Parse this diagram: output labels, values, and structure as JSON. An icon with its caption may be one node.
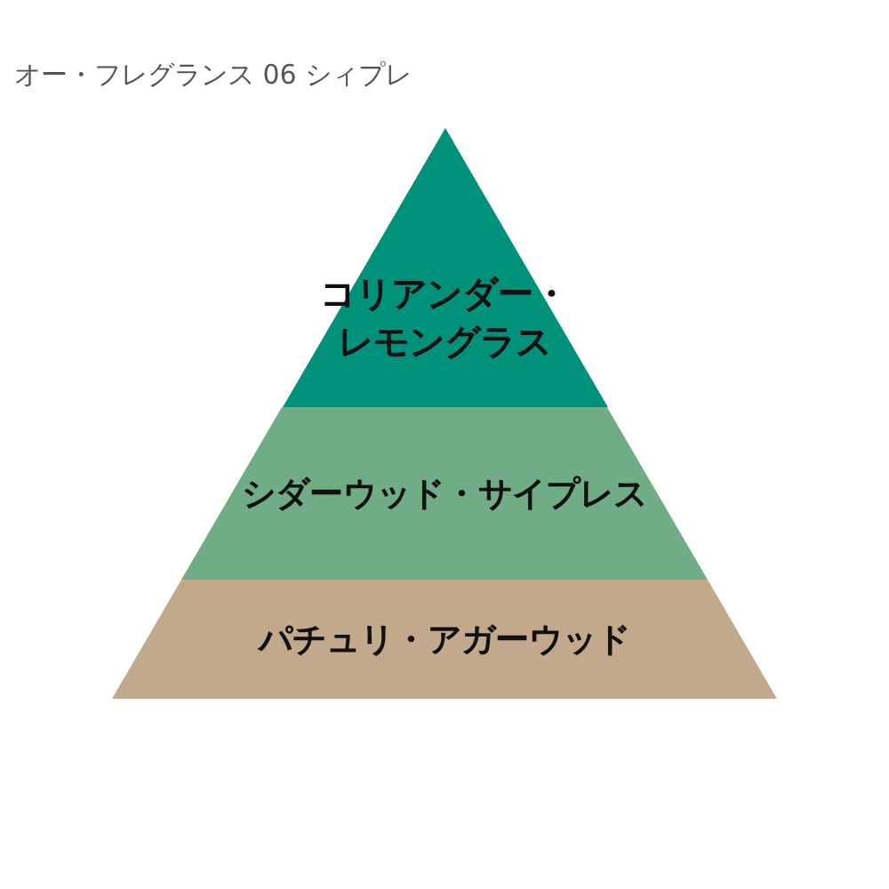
{
  "diagram": {
    "title": "オー・フレグランス 06 シィプレ",
    "nodes": [
      {
        "text": [
          "コリアンダー・レモングラス"
        ]
      },
      {
        "text": [
          "シダーウッド・サイプレス"
        ]
      },
      {
        "text": [
          "パチュリ・アガーウッド"
        ]
      }
    ]
  }
}
